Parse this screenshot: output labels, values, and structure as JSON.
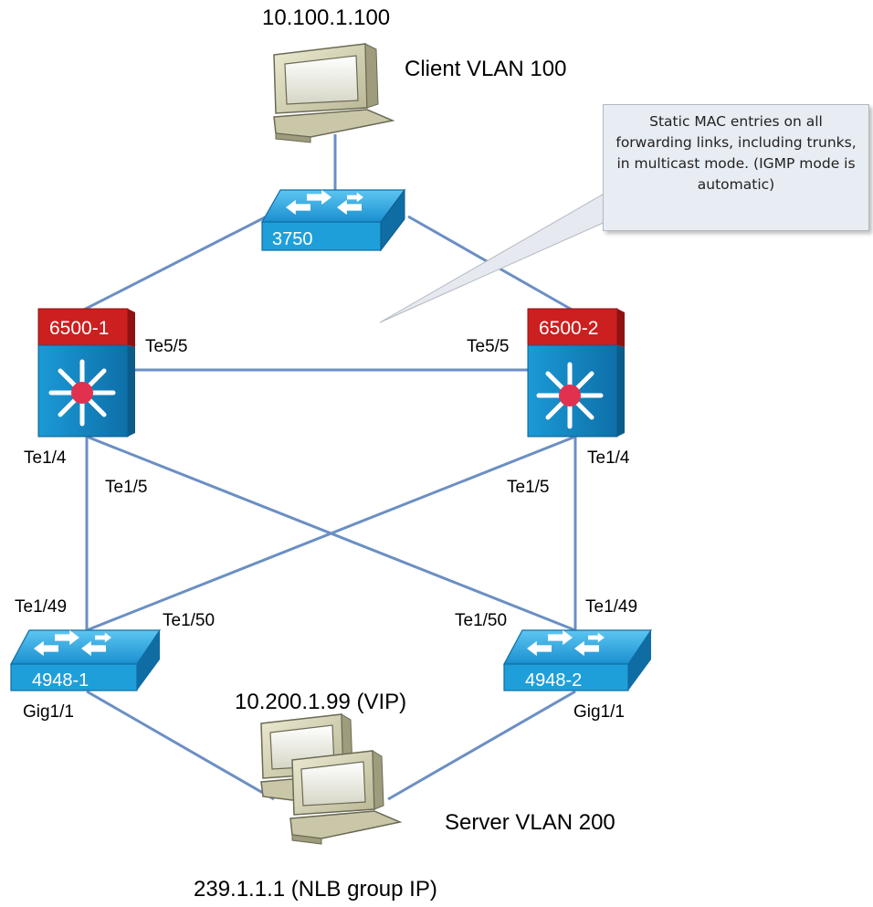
{
  "client": {
    "ip": "10.100.1.100",
    "vlan_label": "Client VLAN 100"
  },
  "callout": {
    "text": "Static MAC entries on all forwarding links, including trunks, in multicast mode. (IGMP mode is automatic)"
  },
  "devices": {
    "access_switch": "3750",
    "core_left": "6500-1",
    "core_right": "6500-2",
    "dist_left": "4948-1",
    "dist_right": "4948-2"
  },
  "ports": {
    "core_left_te5": "Te5/5",
    "core_right_te5": "Te5/5",
    "core_left_te14": "Te1/4",
    "core_right_te14": "Te1/4",
    "core_left_te15": "Te1/5",
    "core_right_te15": "Te1/5",
    "dist_left_te149": "Te1/49",
    "dist_left_te150": "Te1/50",
    "dist_right_te150": "Te1/50",
    "dist_right_te149": "Te1/49",
    "dist_left_gig": "Gig1/1",
    "dist_right_gig": "Gig1/1"
  },
  "server": {
    "vip": "10.200.1.99 (VIP)",
    "vlan_label": "Server VLAN 200",
    "group_ip": "239.1.1.1 (NLB group IP)"
  },
  "colors": {
    "link": "#6b8fc4",
    "switch": "#1f9fd9",
    "core_red": "#cc1f1f",
    "callout_bg": "#e8ecf3"
  }
}
